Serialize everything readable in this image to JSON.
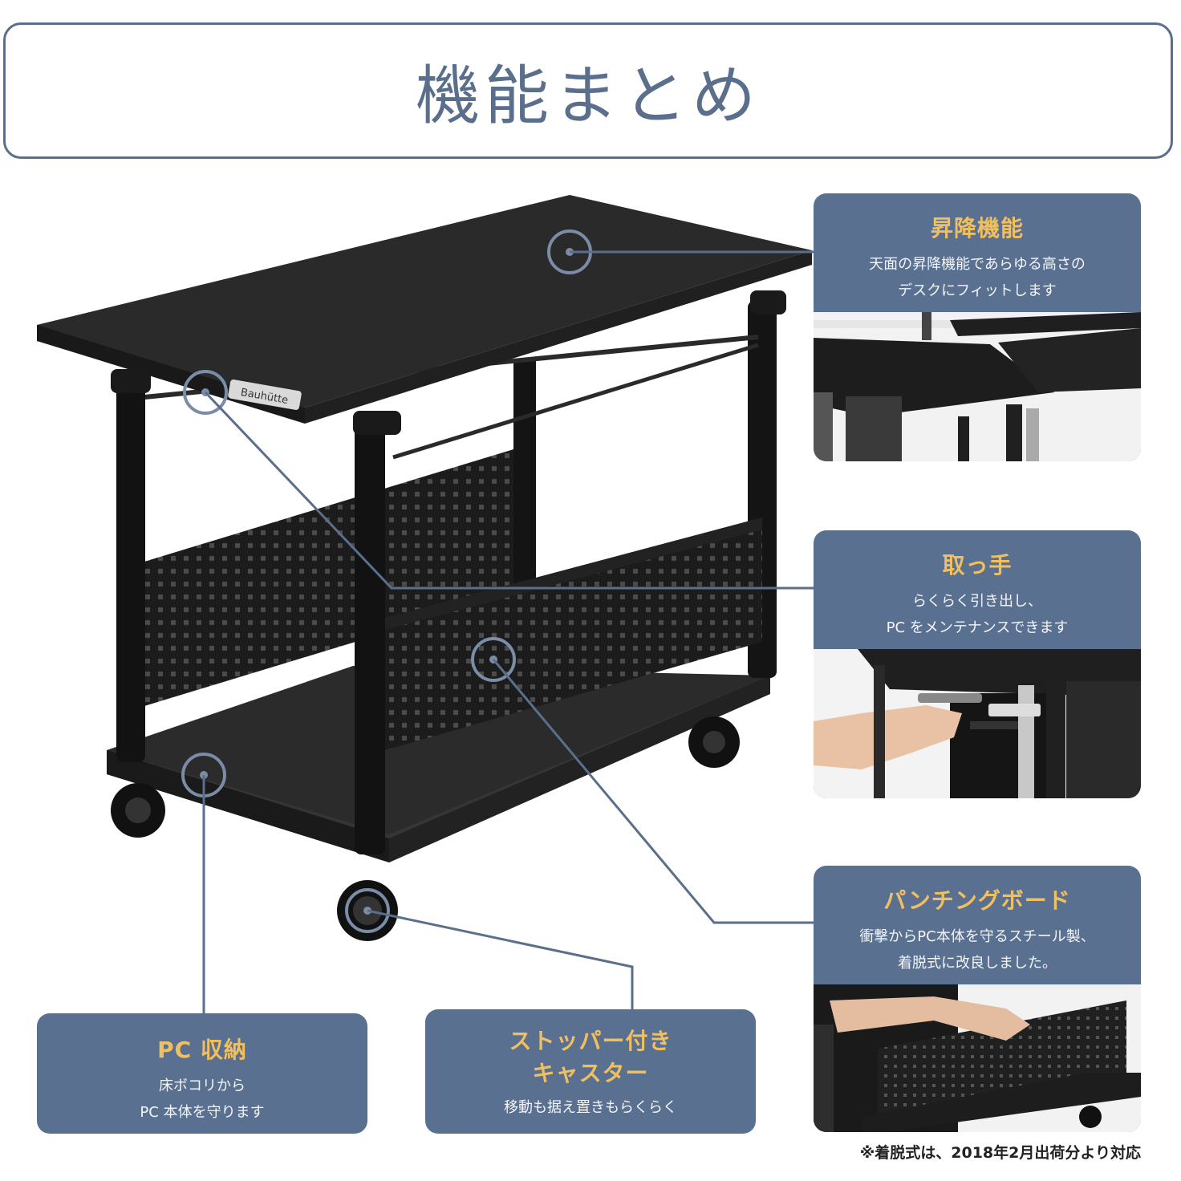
{
  "title": "機能まとめ",
  "features": {
    "lift": {
      "title": "昇降機能",
      "desc": "天面の昇降機能であらゆる高さの\nデスクにフィットします"
    },
    "handle": {
      "title": "取っ手",
      "desc": "らくらく引き出し、\nPC をメンテナンスできます"
    },
    "punch": {
      "title": "パンチングボード",
      "desc": "衝撃からPC本体を守るスチール製、\n着脱式に改良しました。"
    },
    "pc": {
      "title": "PC 収納",
      "desc": "床ボコリから\nPC 本体を守ります"
    },
    "caster": {
      "title": "ストッパー付き\nキャスター",
      "desc": "移動も据え置きもらくらく"
    }
  },
  "brand_label": "Bauhütte",
  "note": "※着脱式は、2018年2月出荷分より対応",
  "colors": {
    "accent": "#5a7090",
    "title_text": "#5a6f8c",
    "heading": "#f0c060"
  }
}
